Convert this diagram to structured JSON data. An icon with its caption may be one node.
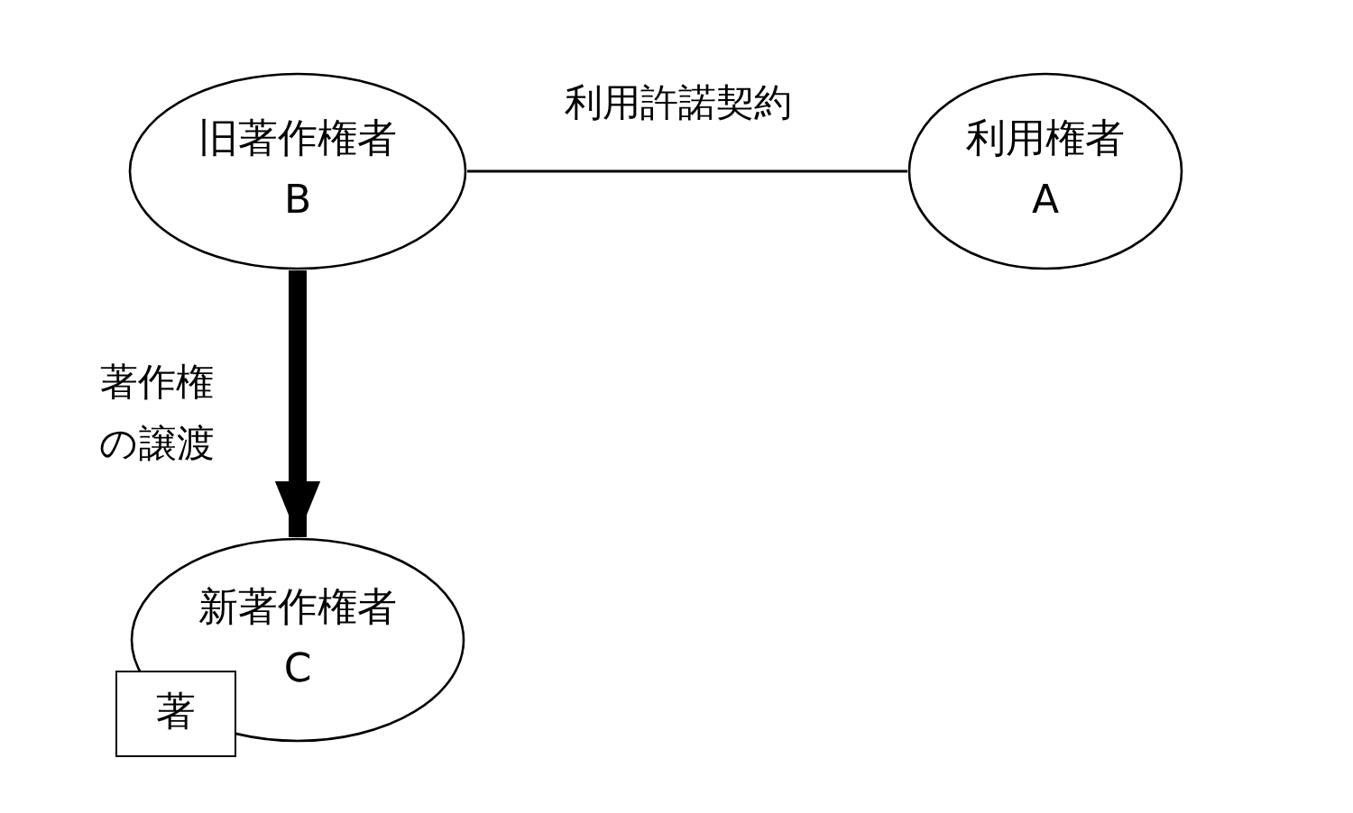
{
  "diagram": {
    "nodes": [
      {
        "text": [
          "旧著作権者",
          "B"
        ]
      },
      {
        "text": [
          "利用権者",
          "A"
        ]
      },
      {
        "text": [
          "新著作権者",
          "C"
        ]
      },
      {
        "text": [
          "著"
        ]
      }
    ],
    "edges": [
      {
        "from": 0,
        "to": 1,
        "arrow": "none",
        "label": "利用許諾契約"
      },
      {
        "from": 0,
        "to": 2,
        "arrow": "to",
        "style": "thick",
        "label": "著作権の譲渡"
      }
    ]
  }
}
